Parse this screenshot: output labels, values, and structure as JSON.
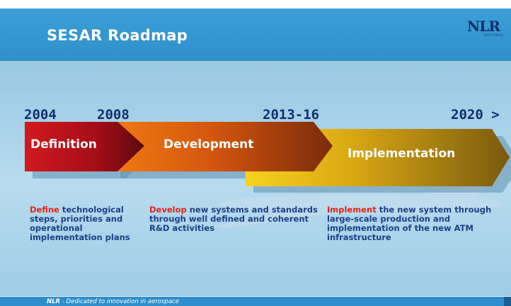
{
  "slide": {
    "title": "SESAR Roadmap",
    "logo": "NLR",
    "logo_sub": "NATIONAL",
    "years": [
      "2004",
      "2008",
      "2013-16",
      "2020 >"
    ],
    "phases": [
      {
        "label": "Definition",
        "keyword": "Define",
        "description": " technological steps, priorities and operational implementation plans"
      },
      {
        "label": "Development",
        "keyword": "Develop",
        "description": " new systems and standards through well defined and coherent R&D activities"
      },
      {
        "label": "Implementation",
        "keyword": "Implement",
        "description": " the new system through large-scale production and implementation of the new ATM infrastructure"
      }
    ],
    "footer": {
      "brand": "NLR",
      "tagline": " - Dedicated to innovation in aerospace"
    },
    "colors": {
      "header": "#3b9fd6",
      "definition": "#c8101a",
      "development": "#e8650f",
      "implementation": "#e9b411",
      "year_text": "#13306e",
      "keyword": "#e0231c"
    }
  }
}
